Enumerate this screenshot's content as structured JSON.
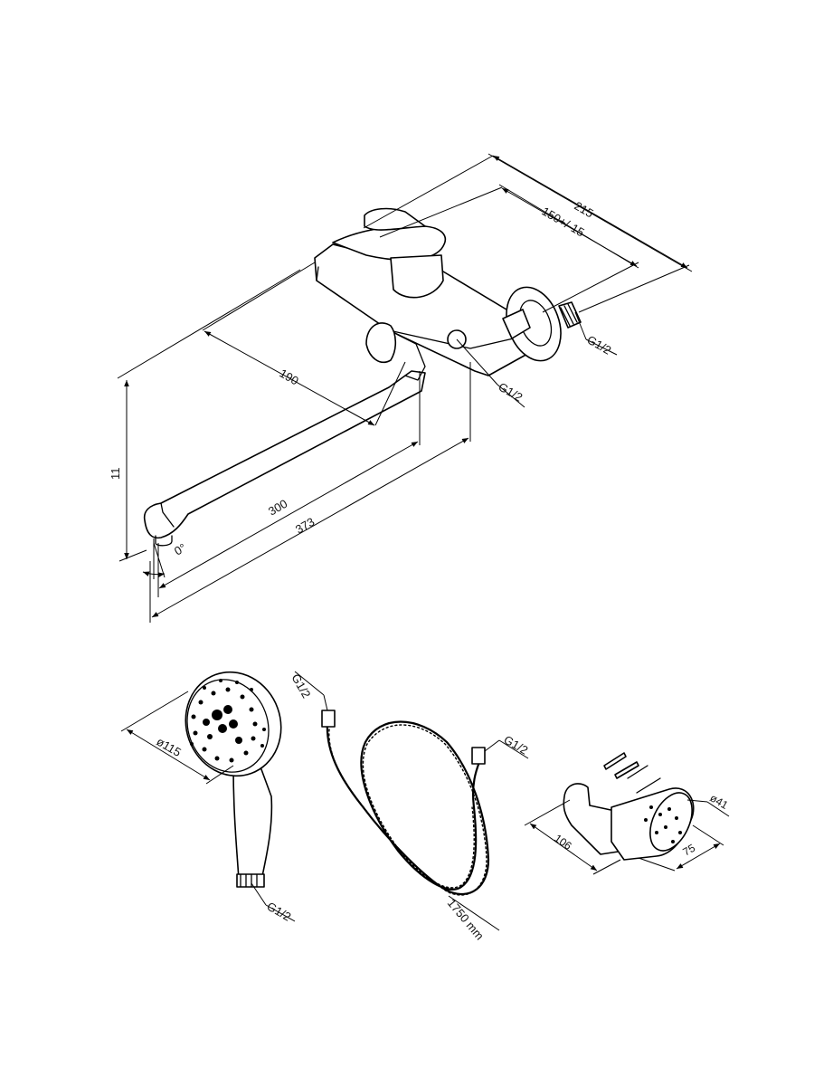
{
  "labels": {
    "dim_215": "215",
    "dim_150": "150+/-15",
    "dim_190": "190",
    "dim_300": "300",
    "dim_373": "373",
    "dim_height": "11",
    "angle": "0°",
    "thread_wall": "G1/2",
    "thread_body": "G1/2",
    "dim_head": "ø115",
    "thread_handle": "G1/2",
    "thread_hose_top": "G1/2",
    "thread_hose_right": "G1/2",
    "hose_length": "1750 mm",
    "dim_106": "106",
    "dim_75": "75",
    "dim_41": "ø41"
  }
}
